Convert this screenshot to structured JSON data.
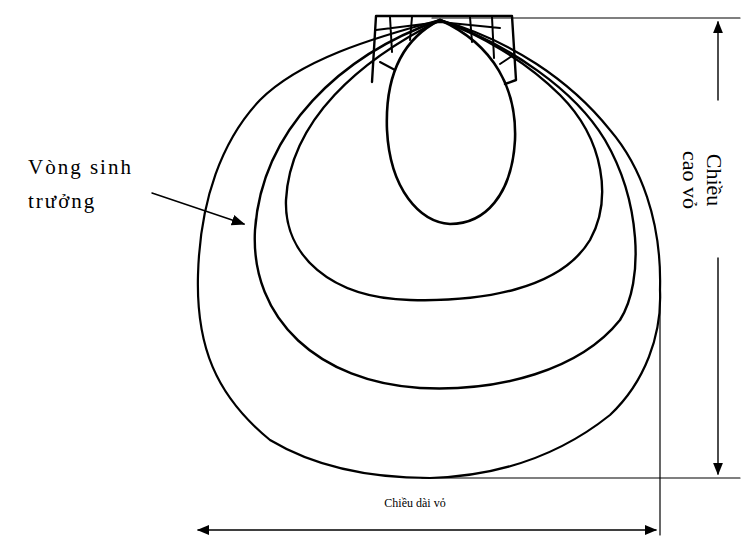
{
  "diagram": {
    "labels": [
      "Vòng sinh trưởng",
      "Chiều cao vỏ",
      "Chiều dài vỏ"
    ]
  }
}
